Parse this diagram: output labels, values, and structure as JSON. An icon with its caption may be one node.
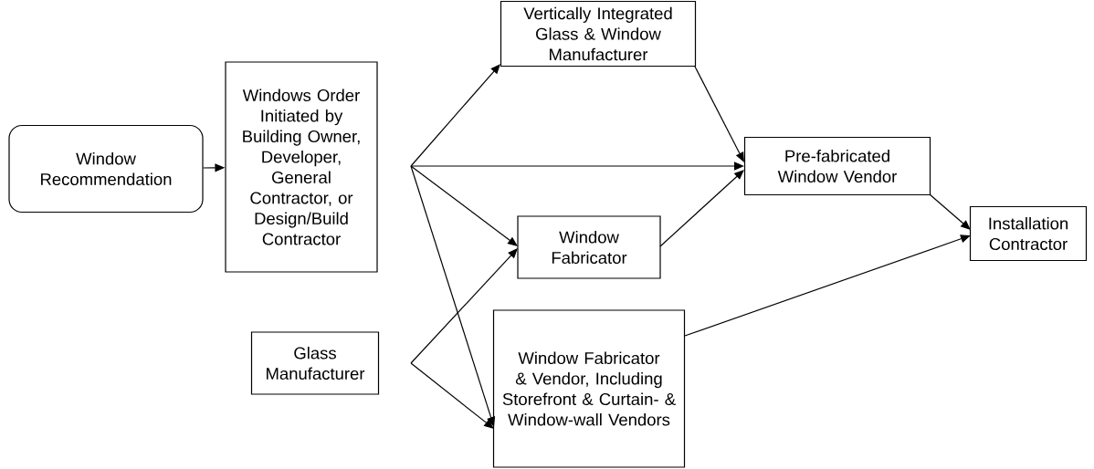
{
  "diagram": {
    "nodes": [
      {
        "text": [
          "Window Recommendation"
        ]
      },
      {
        "text": [
          "Windows Order Initiated by Building Owner, Developer, General Contractor, or Design/Build Contractor"
        ]
      },
      {
        "text": [
          "Vertically Integrated Glass & Window Manufacturer"
        ]
      },
      {
        "text": [
          "Pre-fabricated Window Vendor"
        ]
      },
      {
        "text": [
          "Window Fabricator"
        ]
      },
      {
        "text": [
          "Glass Manufacturer"
        ]
      },
      {
        "text": [
          "Window Fabricator & Vendor, Including Storefront & Curtain- & Window-wall Vendors"
        ]
      },
      {
        "text": [
          "Installation Contractor"
        ]
      }
    ],
    "edges": [
      {
        "from": 0,
        "to": 1,
        "arrow": "to"
      },
      {
        "from": 1,
        "to": 2,
        "arrow": "to"
      },
      {
        "from": 1,
        "to": 3,
        "arrow": "to"
      },
      {
        "from": 1,
        "to": 4,
        "arrow": "to"
      },
      {
        "from": 1,
        "to": 6,
        "arrow": "to"
      },
      {
        "from": 5,
        "to": 4,
        "arrow": "to"
      },
      {
        "from": 5,
        "to": 6,
        "arrow": "to"
      },
      {
        "from": 2,
        "to": 3,
        "arrow": "to"
      },
      {
        "from": 4,
        "to": 3,
        "arrow": "to"
      },
      {
        "from": 3,
        "to": 7,
        "arrow": "to"
      },
      {
        "from": 6,
        "to": 7,
        "arrow": "to"
      }
    ]
  }
}
